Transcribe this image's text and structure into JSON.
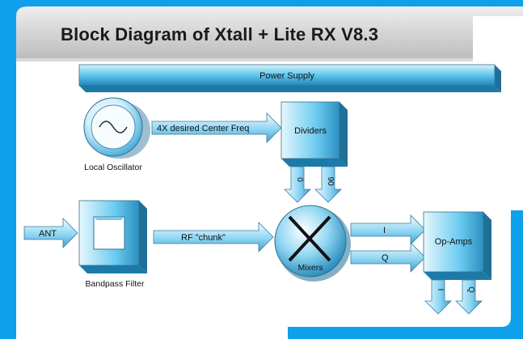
{
  "title": "Block Diagram of Xtall + Lite RX V8.3",
  "colors": {
    "frame_blue": "#0ea0ea",
    "block_top": "#d7f2fb",
    "block_mid": "#5ec6ee",
    "block_dark": "#1f84b6",
    "header_grey": "#c8c8c8"
  },
  "diagram": {
    "power_supply": "Power Supply",
    "local_oscillator": "Local Oscillator",
    "lo_to_dividers_arrow": "4X desired Center Freq",
    "dividers": "Dividers",
    "divider_out_0": "0",
    "divider_out_90": "90",
    "antenna": "ANT",
    "bandpass_filter": "Bandpass Filter",
    "rf_arrow": "RF \"chunk\"",
    "mixers": "Mixers",
    "i_arrow": "I",
    "q_arrow": "Q",
    "op_amps": "Op-Amps",
    "out_i": "I",
    "out_q": "Q"
  }
}
